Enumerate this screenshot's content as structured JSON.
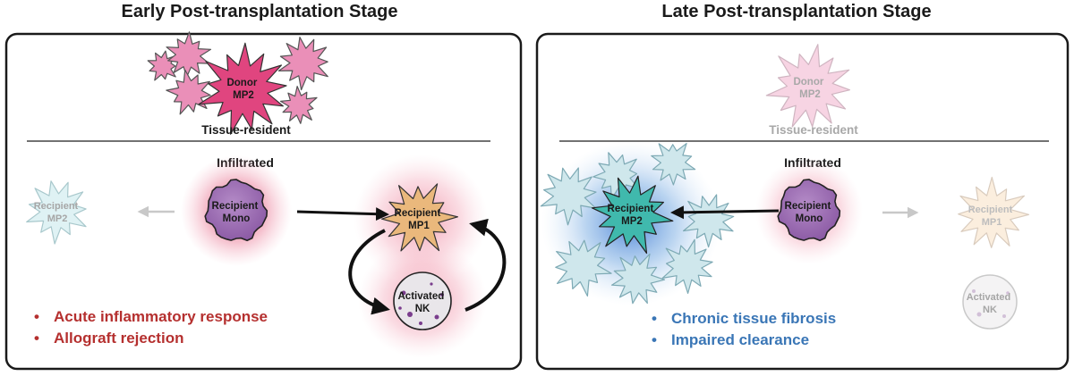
{
  "panels": {
    "early": {
      "title": "Early Post-transplantation Stage",
      "section_top": "Tissue-resident",
      "section_bottom": "Infiltrated",
      "cells": {
        "donor_mp2": [
          "Donor",
          "MP2"
        ],
        "recipient_mp2": [
          "Recipient",
          "MP2"
        ],
        "recipient_mono": [
          "Recipient",
          "Mono"
        ],
        "recipient_mp1": [
          "Recipient",
          "MP1"
        ],
        "activated_nk": [
          "Activated",
          "NK"
        ]
      },
      "bullets": [
        "Acute inflammatory response",
        "Allograft rejection"
      ]
    },
    "late": {
      "title": "Late Post-transplantation Stage",
      "section_top": "Tissue-resident",
      "section_bottom": "Infiltrated",
      "cells": {
        "donor_mp2": [
          "Donor",
          "MP2"
        ],
        "recipient_mp2": [
          "Recipient",
          "MP2"
        ],
        "recipient_mono": [
          "Recipient",
          "Mono"
        ],
        "recipient_mp1": [
          "Recipient",
          "MP1"
        ],
        "activated_nk": [
          "Activated",
          "NK"
        ]
      },
      "bullets": [
        "Chronic tissue fibrosis",
        "Impaired clearance"
      ]
    }
  },
  "bullet_char": "•",
  "colors": {
    "donor_mp2": "#e0457f",
    "donor_mp2_light": "#ea8fb8",
    "mono": "#9b6bb0",
    "mp1": "#eab87c",
    "mp2_late": "#40b9ad",
    "recipient_mp2_faded": "#daf1f3",
    "inflammation_glow": "#e46a85",
    "fibrosis_glow": "#3b7fd0",
    "early_bullet": "#b5302f",
    "late_bullet": "#3a76b6"
  }
}
